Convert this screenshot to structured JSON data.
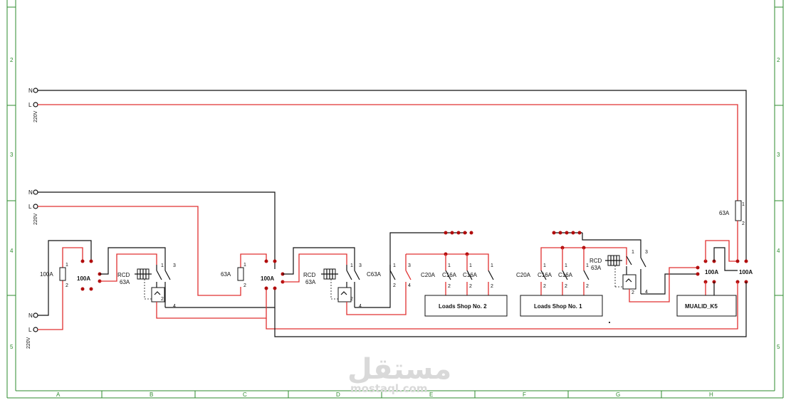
{
  "frame": {
    "rows": [
      "2",
      "3",
      "4",
      "5"
    ],
    "cols": [
      "A",
      "B",
      "C",
      "D",
      "E",
      "F",
      "G",
      "H"
    ]
  },
  "supplies": [
    {
      "n": "N",
      "l": "L",
      "v": "220V"
    },
    {
      "n": "N",
      "l": "L",
      "v": "220V"
    },
    {
      "n": "N",
      "l": "L",
      "v": "220V"
    }
  ],
  "main": {
    "fuse": "100A",
    "fuse_t1": "1",
    "fuse_t2": "2",
    "breaker": "100A"
  },
  "rcd1": {
    "name": "RCD",
    "rating": "63A",
    "t1": "1",
    "t2": "2",
    "t3": "3",
    "t4": "4"
  },
  "sub": {
    "fuse": "63A",
    "fuse_t1": "1",
    "fuse_t2": "2",
    "breaker": "100A"
  },
  "rcd2": {
    "name": "RCD",
    "rating": "63A",
    "t1": "1",
    "t2": "2",
    "t3": "3",
    "t4": "4"
  },
  "mcb_c63": {
    "label": "C63A",
    "t1": "1",
    "t2": "2",
    "t3": "3",
    "t4": "4"
  },
  "shop2": {
    "breakers": [
      {
        "label": "C20A",
        "t1": "1",
        "t2": "2"
      },
      {
        "label": "C16A",
        "t1": "1",
        "t2": "2"
      },
      {
        "label": "C16A",
        "t1": "1",
        "t2": "2"
      }
    ],
    "box": "Loads Shop No. 2"
  },
  "shop1": {
    "breakers": [
      {
        "label": "C20A",
        "t1": "1",
        "t2": "2"
      },
      {
        "label": "C16A",
        "t1": "1",
        "t2": "2"
      },
      {
        "label": "C16A",
        "t1": "1",
        "t2": "2"
      }
    ],
    "box": "Loads Shop No. 1"
  },
  "rcd3": {
    "name": "RCD",
    "rating": "63A",
    "t1": "1",
    "t2": "2",
    "t3": "3",
    "t4": "4"
  },
  "right": {
    "fuse": "63A",
    "fuse_t1": "1",
    "fuse_t2": "2",
    "breaker_a": "100A",
    "breaker_b": "100A",
    "box": "MUALID_K5"
  },
  "watermark": {
    "arabic": "مستقل",
    "latin": "mostaql.com"
  },
  "colors": {
    "frame": "#2e8b2e",
    "live": "#e03030",
    "neutral": "#111111",
    "terminal": "#b10d0d"
  }
}
